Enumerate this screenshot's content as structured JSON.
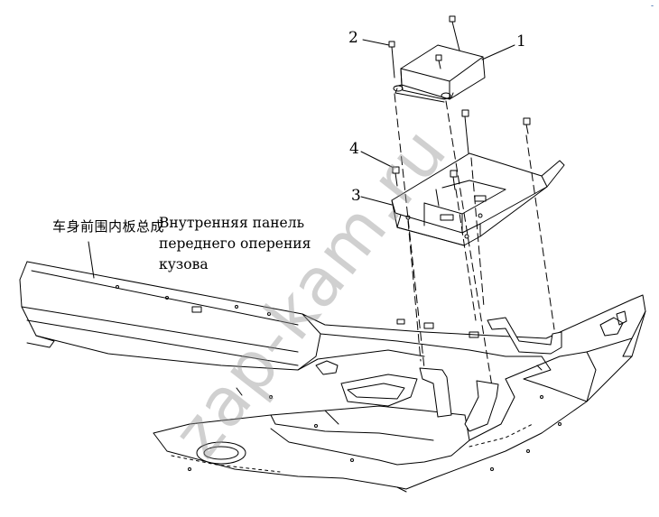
{
  "labels": {
    "chinese_name": "车身前围内板总成",
    "russian_line1": "Внутренняя  панель",
    "russian_line2": "переднего  оперения",
    "russian_line3": "кузова"
  },
  "callouts": {
    "n1": "1",
    "n2": "2",
    "n3": "3",
    "n4": "4"
  },
  "watermark": "zap-kam.ru",
  "corner_mark": "-",
  "colors": {
    "line": "#000000",
    "watermark": "#969696"
  }
}
